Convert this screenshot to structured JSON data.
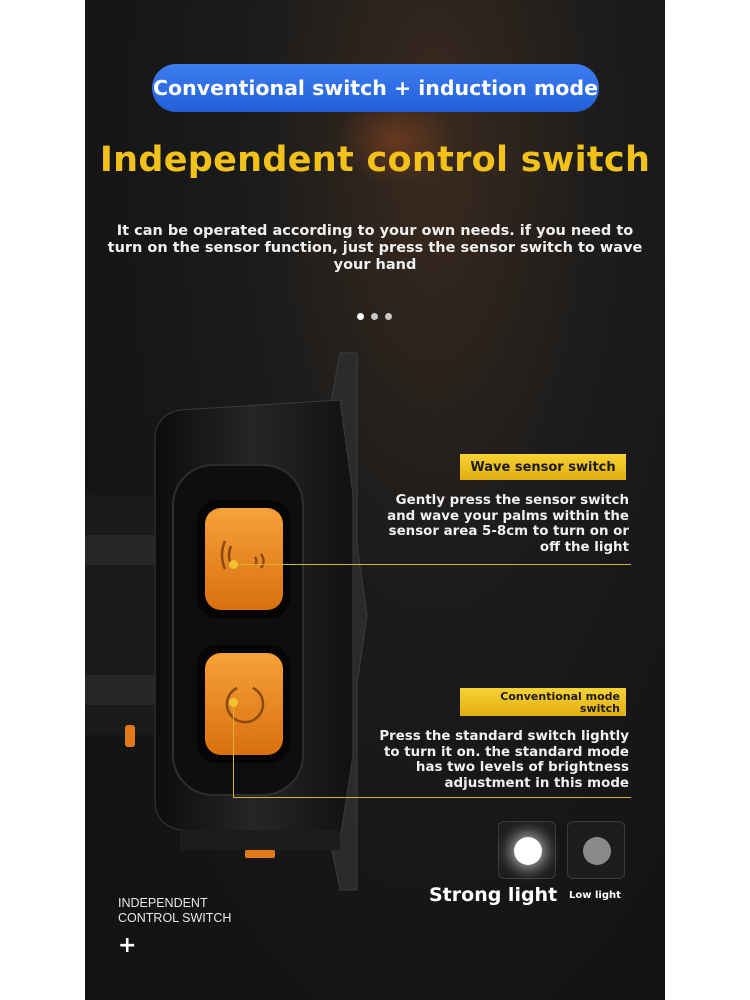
{
  "banner": {
    "label": "Conventional switch + induction mode"
  },
  "title": "Independent control switch",
  "description": "It can be operated according to your own needs. if you need to turn on the sensor function, just press the sensor switch to wave your hand",
  "carousel": {
    "dots": 3,
    "active": 0
  },
  "callouts": {
    "wave": {
      "label": "Wave sensor switch",
      "text": "Gently press the sensor switch and wave your palms within the sensor area 5-8cm to turn on or off the light"
    },
    "conventional": {
      "label_line1": "Conventional mode",
      "label_line2": "switch",
      "text": "Press the standard switch lightly to turn it on. the standard mode has two levels of brightness adjustment in this mode"
    }
  },
  "light_modes": {
    "strong": "Strong light",
    "low": "Low light"
  },
  "footer": {
    "line1": "INDEPENDENT",
    "line2": "CONTROL SWITCH",
    "plus": "+"
  },
  "colors": {
    "accent_yellow": "#f2c21a",
    "banner_blue": "#2f6fe6",
    "button_orange": "#f08a1c"
  }
}
